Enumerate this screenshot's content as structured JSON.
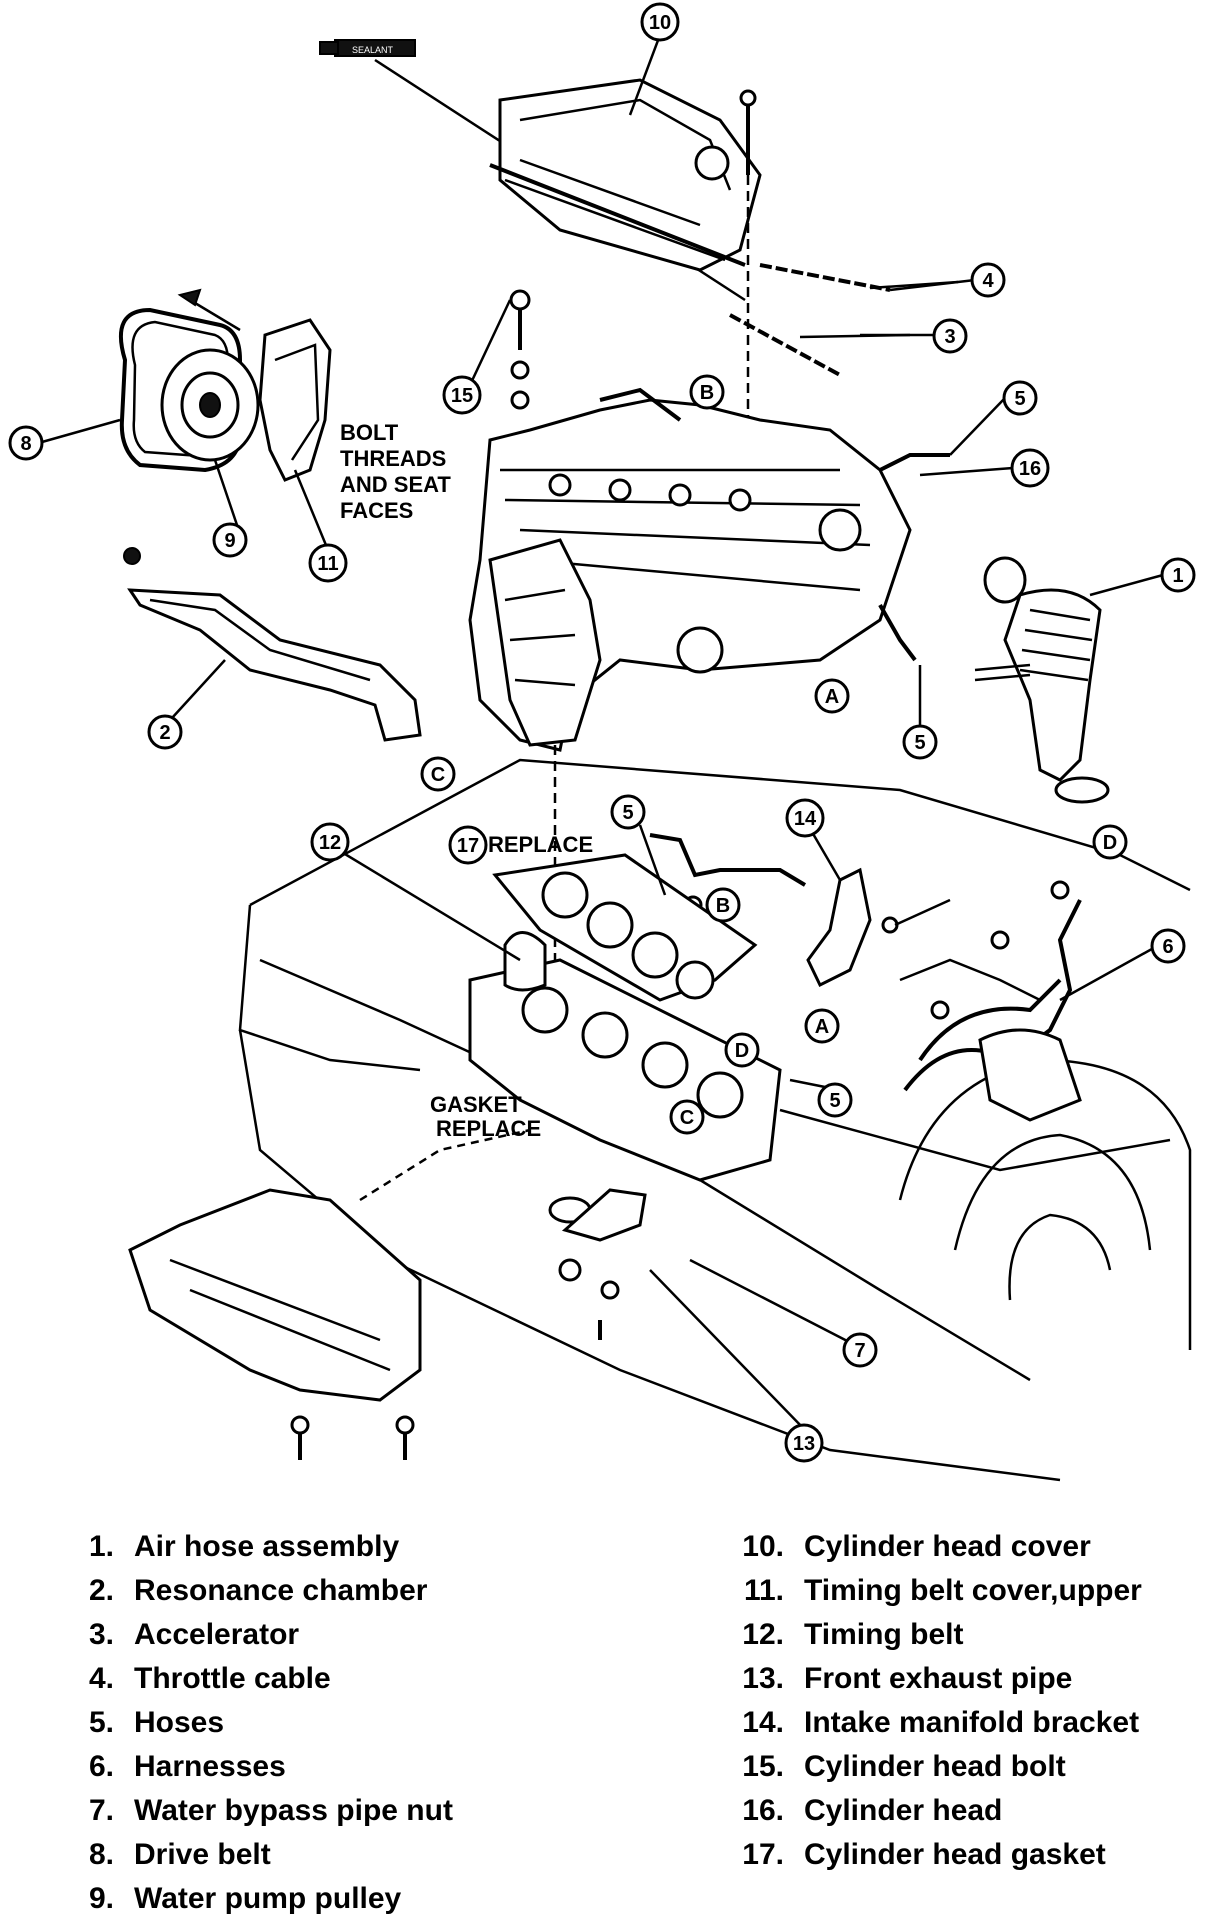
{
  "callouts": {
    "c1": "1",
    "c2": "2",
    "c3": "3",
    "c4": "4",
    "c5": "5",
    "c6": "6",
    "c7": "7",
    "c8": "8",
    "c9": "9",
    "c10": "10",
    "c11": "11",
    "c12": "12",
    "c13": "13",
    "c14": "14",
    "c15": "15",
    "c16": "16",
    "c17": "17",
    "a": "A",
    "b": "B",
    "c": "C",
    "d": "D"
  },
  "annotations": {
    "bolt_threads_1": "BOLT",
    "bolt_threads_2": "THREADS",
    "bolt_threads_3": "AND SEAT",
    "bolt_threads_4": "FACES",
    "replace_17": "REPLACE",
    "gasket_1": "GASKET",
    "gasket_2": "REPLACE",
    "sealant": "SEALANT"
  },
  "legend_left": [
    {
      "num": "1.",
      "label": "Air hose assembly"
    },
    {
      "num": "2.",
      "label": "Resonance chamber"
    },
    {
      "num": "3.",
      "label": "Accelerator"
    },
    {
      "num": "4.",
      "label": "Throttle cable"
    },
    {
      "num": "5.",
      "label": "Hoses"
    },
    {
      "num": "6.",
      "label": "Harnesses"
    },
    {
      "num": "7.",
      "label": "Water bypass pipe nut"
    },
    {
      "num": "8.",
      "label": "Drive belt"
    },
    {
      "num": "9.",
      "label": "Water pump pulley"
    }
  ],
  "legend_right": [
    {
      "num": "10.",
      "label": "Cylinder head cover"
    },
    {
      "num": "11.",
      "label": "Timing belt cover,upper"
    },
    {
      "num": "12.",
      "label": "Timing belt"
    },
    {
      "num": "13.",
      "label": "Front exhaust pipe"
    },
    {
      "num": "14.",
      "label": "Intake manifold bracket"
    },
    {
      "num": "15.",
      "label": "Cylinder head bolt"
    },
    {
      "num": "16.",
      "label": "Cylinder head"
    },
    {
      "num": "17.",
      "label": "Cylinder head gasket"
    }
  ]
}
